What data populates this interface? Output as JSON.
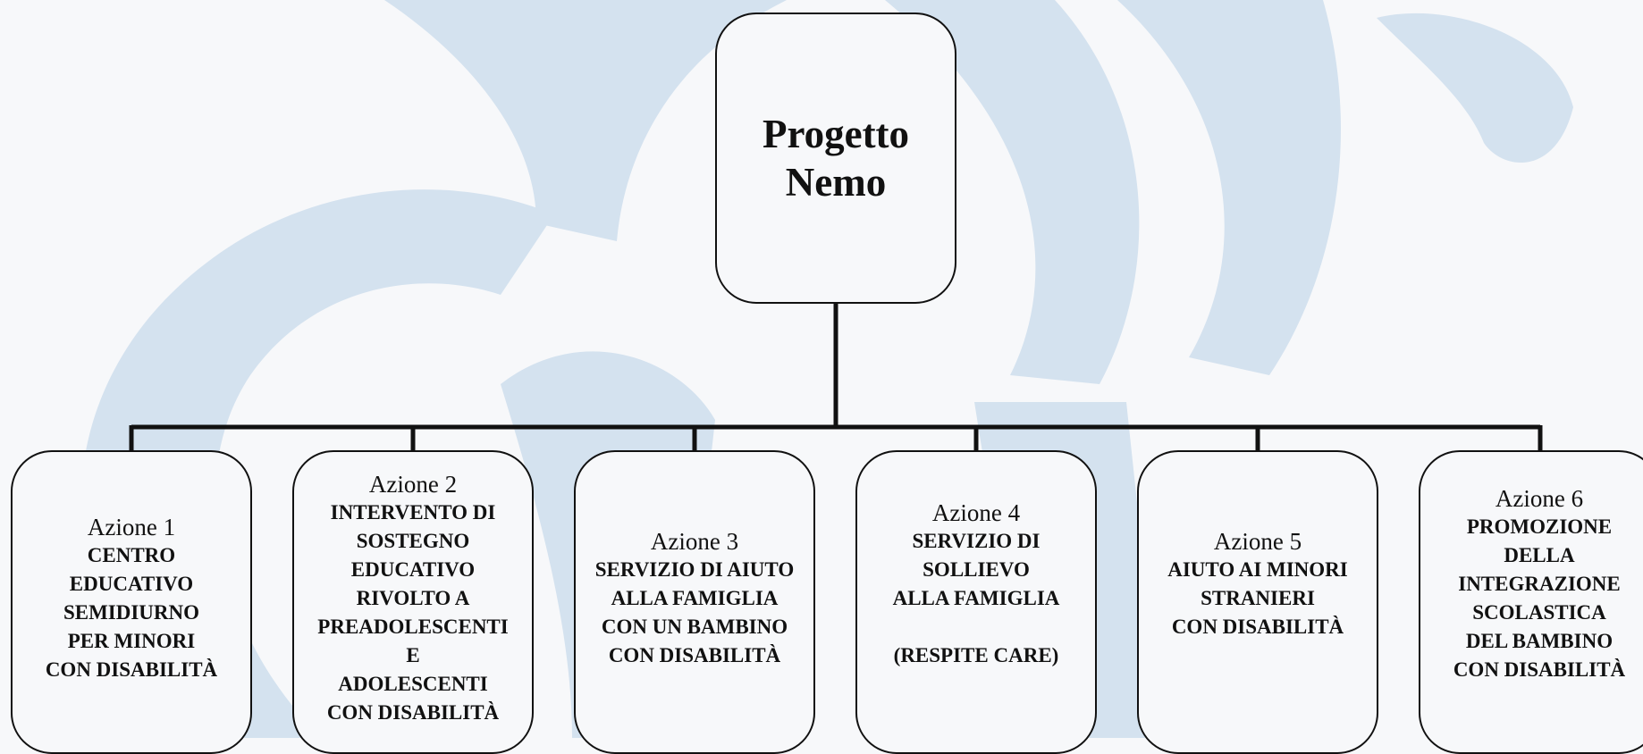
{
  "root": {
    "title": "Progetto\nNemo"
  },
  "children": [
    {
      "heading": "Azione 1",
      "body": "CENTRO\nEDUCATIVO\nSEMIDIURNO\nPER MINORI\nCON DISABILITÀ"
    },
    {
      "heading": "Azione 2",
      "body": "INTERVENTO DI\nSOSTEGNO\nEDUCATIVO\nRIVOLTO A\nPREADOLESCENTI\nE\nADOLESCENTI\nCON DISABILITÀ"
    },
    {
      "heading": "Azione 3",
      "body": "SERVIZIO DI AIUTO\nALLA FAMIGLIA\nCON UN BAMBINO\nCON DISABILITÀ"
    },
    {
      "heading": "Azione 4",
      "body": "SERVIZIO DI\nSOLLIEVO\nALLA FAMIGLIA\n\n(RESPITE CARE)"
    },
    {
      "heading": "Azione 5",
      "body": "AIUTO AI MINORI\nSTRANIERI\nCON DISABILITÀ"
    },
    {
      "heading": "Azione 6",
      "body": "PROMOZIONE\nDELLA\nINTEGRAZIONE\nSCOLASTICA\nDEL BAMBINO\nCON DISABILITÀ"
    }
  ],
  "colors": {
    "watermark": "#d4e2ef",
    "line": "#111111",
    "background": "#f7f8fa"
  }
}
